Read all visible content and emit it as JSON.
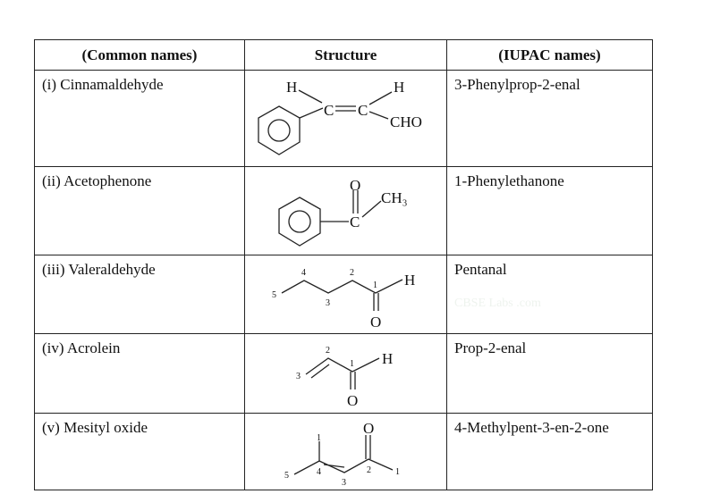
{
  "headers": [
    "(Common names)",
    "Structure",
    "(IUPAC names)"
  ],
  "rows": [
    {
      "common": "(i) Cinnamaldehyde",
      "iupac": "3-Phenylprop-2-enal",
      "labels": {
        "h1": "H",
        "h2": "H",
        "c1": "C",
        "c2": "C",
        "cho": "CHO"
      }
    },
    {
      "common": "(ii) Acetophenone",
      "iupac": "1-Phenylethanone",
      "labels": {
        "o": "O",
        "c": "C",
        "ch3": "CH₃"
      }
    },
    {
      "common": "(iii) Valeraldehyde",
      "iupac": "Pentanal",
      "labels": {
        "h": "H",
        "o": "O",
        "n1": "1",
        "n2": "2",
        "n3": "3",
        "n4": "4",
        "n5": "5"
      }
    },
    {
      "common": "(iv) Acrolein",
      "iupac": "Prop-2-enal",
      "labels": {
        "h": "H",
        "o": "O",
        "n1": "1",
        "n2": "2",
        "n3": "3"
      }
    },
    {
      "common": "(v) Mesityl oxide",
      "iupac": "4-Methylpent-3-en-2-one",
      "labels": {
        "o": "O",
        "n1": "1",
        "n1b": "1",
        "n2": "2",
        "n3": "3",
        "n4": "4",
        "n5": "5"
      }
    }
  ],
  "watermark": "CBSE Labs .com"
}
